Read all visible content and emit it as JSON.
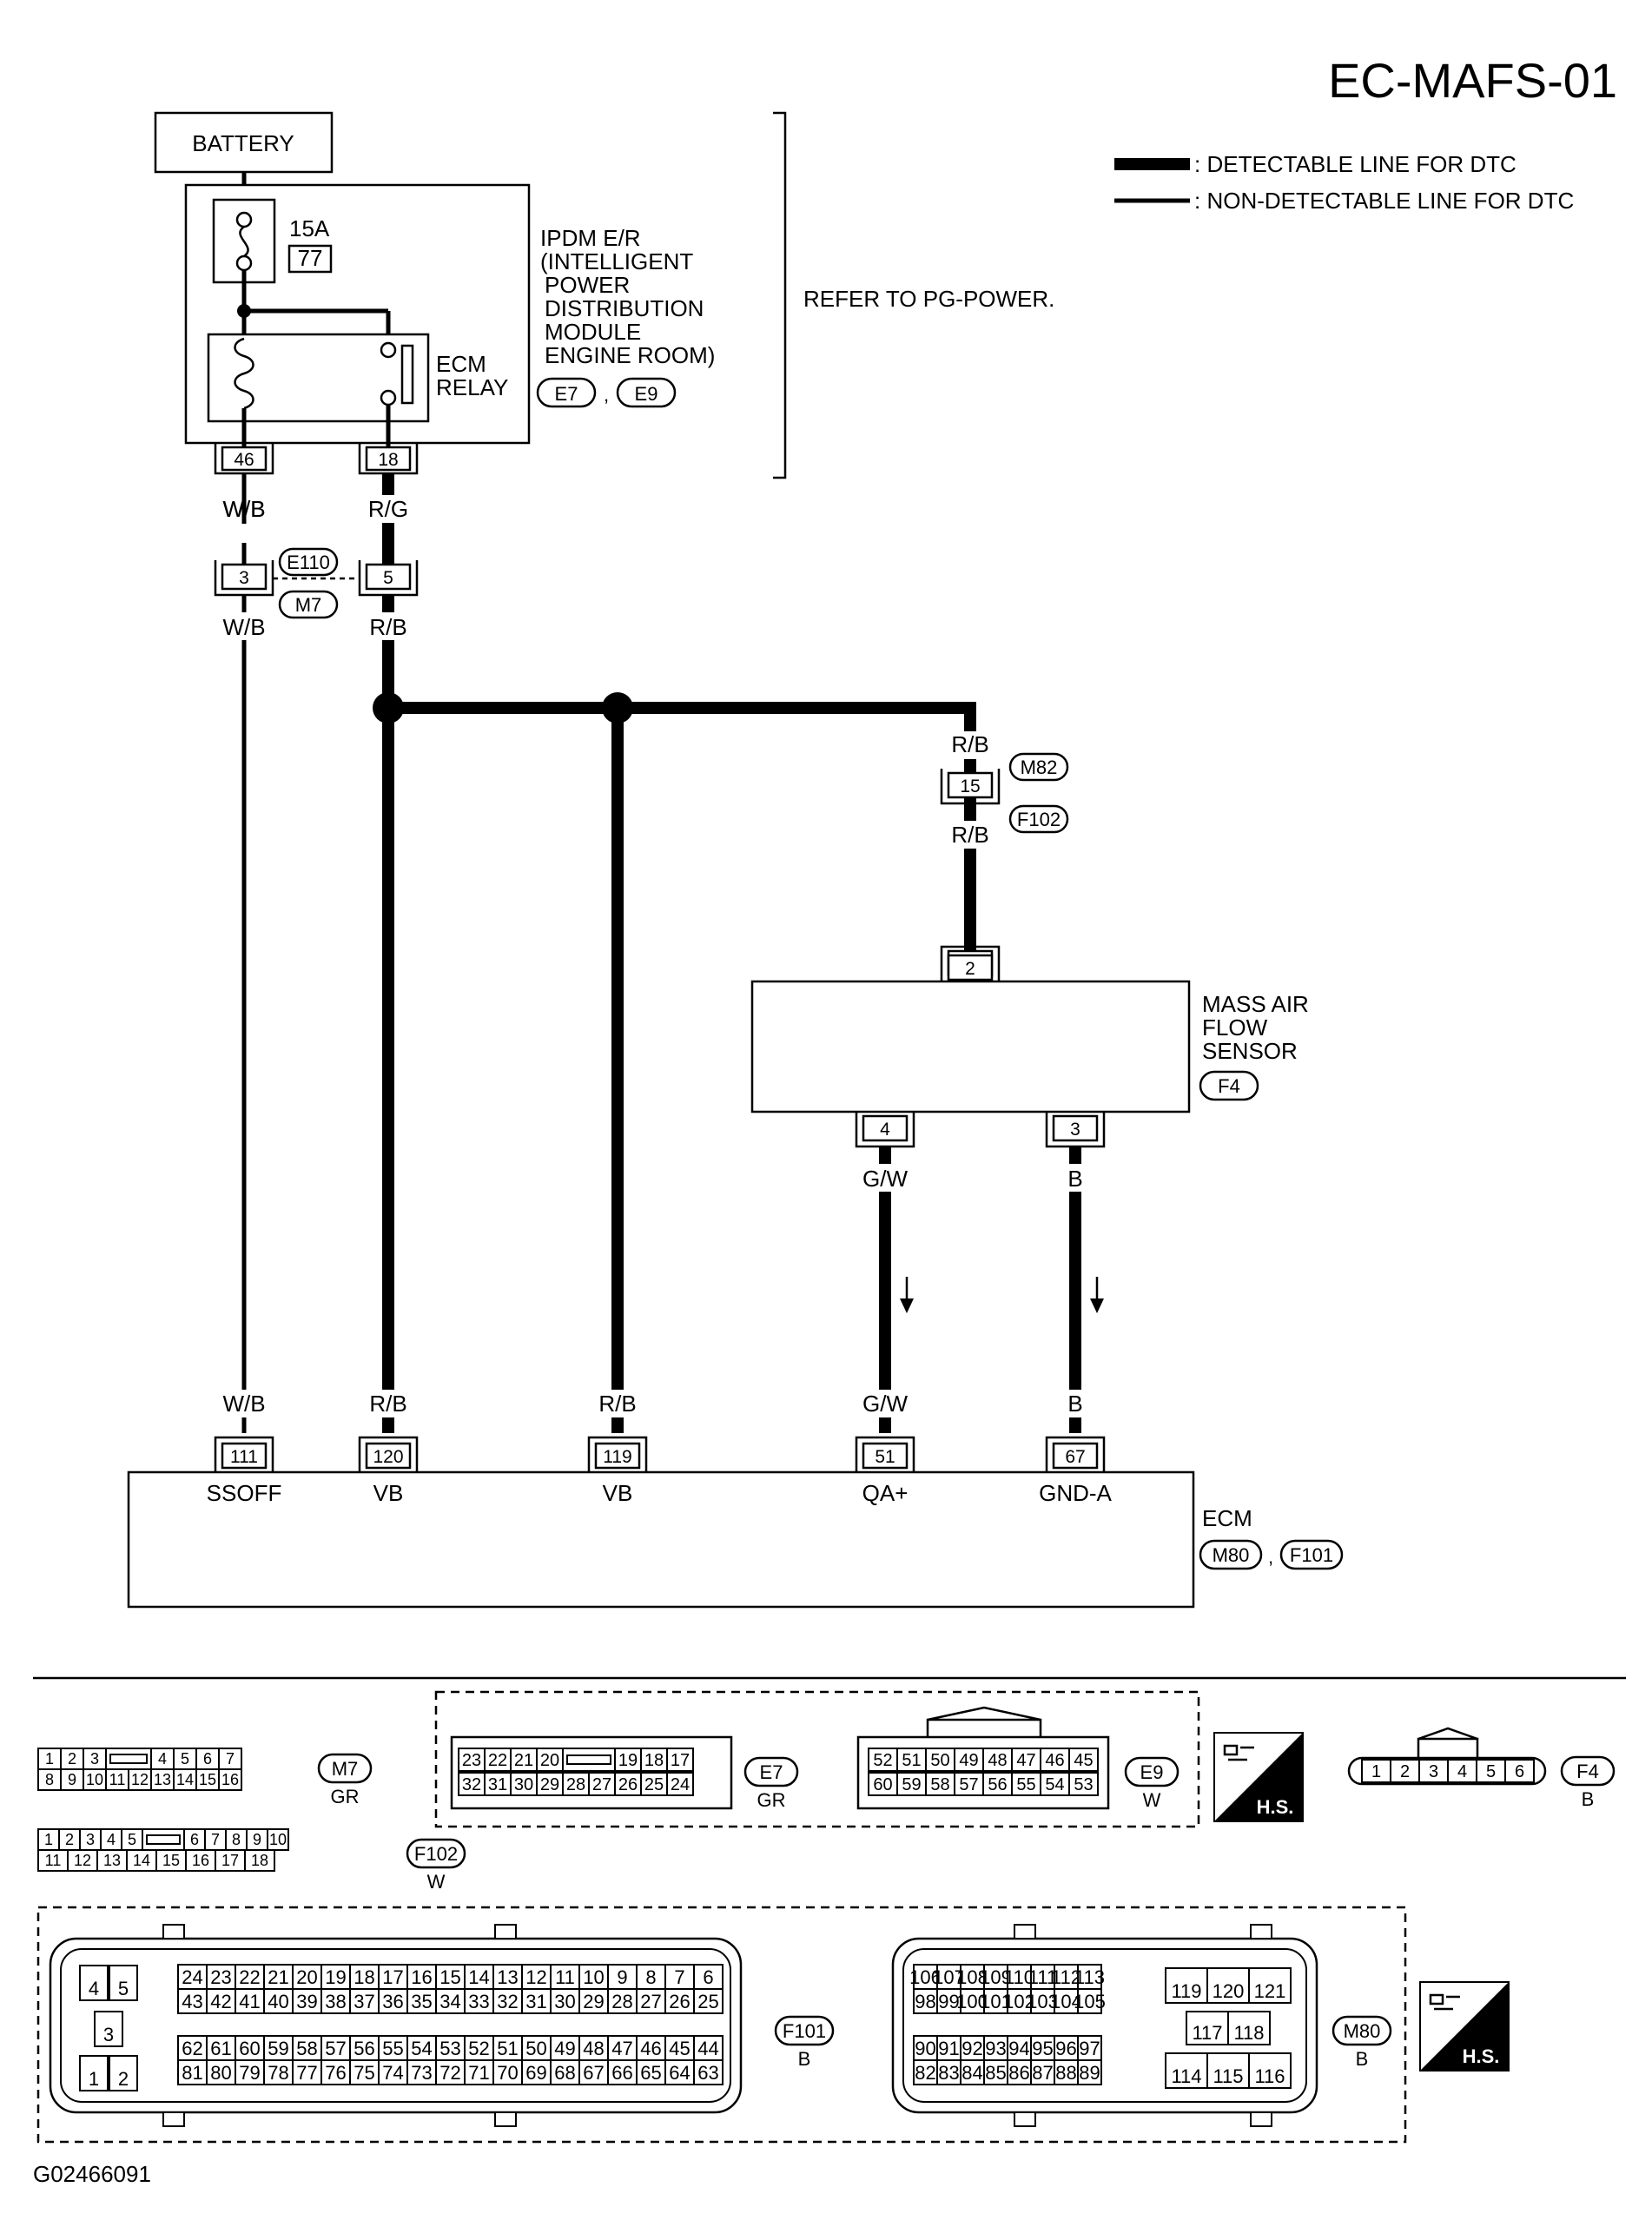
{
  "page_title": "EC-MAFS-01",
  "legend": {
    "detectable": ": DETECTABLE LINE FOR DTC",
    "non_detectable": ": NON-DETECTABLE LINE FOR DTC"
  },
  "battery": "BATTERY",
  "ipdm": {
    "fuse_rating": "15A",
    "fuse_number": "77",
    "relay_label": [
      "ECM",
      "RELAY"
    ],
    "label_lines": [
      "IPDM E/R",
      "(INTELLIGENT",
      "POWER",
      "DISTRIBUTION",
      "MODULE",
      "ENGINE ROOM)"
    ],
    "connectors": [
      "E7",
      "E9"
    ],
    "connector_separator": ",",
    "pins": [
      "46",
      "18"
    ]
  },
  "refer_note": "REFER TO PG-POWER.",
  "joint_connector": {
    "pins": [
      "3",
      "5"
    ],
    "connectors": [
      "E110",
      "M7"
    ]
  },
  "maf_connector": {
    "pin": "15",
    "connectors": [
      "M82",
      "F102"
    ]
  },
  "maf_sensor": {
    "label_lines": [
      "MASS AIR",
      "FLOW",
      "SENSOR"
    ],
    "connector": "F4",
    "pins": [
      "2",
      "4",
      "3"
    ]
  },
  "wire_colors": {
    "w_b": "W/B",
    "r_g": "R/G",
    "r_b": "R/B",
    "g_w": "G/W",
    "b": "B"
  },
  "ecm": {
    "label": "ECM",
    "connectors": [
      "M80",
      "F101"
    ],
    "connector_separator": ",",
    "pins": [
      {
        "num": "111",
        "signal": "SSOFF"
      },
      {
        "num": "120",
        "signal": "VB"
      },
      {
        "num": "119",
        "signal": "VB"
      },
      {
        "num": "51",
        "signal": "QA+"
      },
      {
        "num": "67",
        "signal": "GND-A"
      }
    ]
  },
  "connector_views": {
    "m7": {
      "id": "M7",
      "color": "GR",
      "top": [
        "1",
        "2",
        "3",
        "",
        "4",
        "5",
        "6",
        "7"
      ],
      "bottom": [
        "8",
        "9",
        "10",
        "11",
        "12",
        "13",
        "14",
        "15",
        "16"
      ]
    },
    "f102": {
      "id": "F102",
      "color": "W",
      "top": [
        "1",
        "2",
        "3",
        "4",
        "5",
        "",
        "6",
        "7",
        "8",
        "9",
        "10"
      ],
      "bottom": [
        "11",
        "12",
        "13",
        "14",
        "15",
        "16",
        "17",
        "18"
      ]
    },
    "e7": {
      "id": "E7",
      "color": "GR",
      "top": [
        "23",
        "22",
        "21",
        "20",
        "",
        "19",
        "18",
        "17"
      ],
      "bottom": [
        "32",
        "31",
        "30",
        "29",
        "28",
        "27",
        "26",
        "25",
        "24"
      ]
    },
    "e9": {
      "id": "E9",
      "color": "W",
      "top": [
        "52",
        "51",
        "50",
        "49",
        "48",
        "47",
        "46",
        "45"
      ],
      "bottom": [
        "60",
        "59",
        "58",
        "57",
        "56",
        "55",
        "54",
        "53"
      ]
    },
    "f4": {
      "id": "F4",
      "color": "B",
      "pins": [
        "1",
        "2",
        "3",
        "4",
        "5",
        "6"
      ]
    },
    "f101": {
      "id": "F101",
      "color": "B",
      "left": [
        "4",
        "5",
        "3",
        "1",
        "2"
      ],
      "row1": [
        "24",
        "23",
        "22",
        "21",
        "20",
        "19",
        "18",
        "17",
        "16",
        "15",
        "14",
        "13",
        "12",
        "11",
        "10",
        "9",
        "8",
        "7",
        "6"
      ],
      "row2": [
        "43",
        "42",
        "41",
        "40",
        "39",
        "38",
        "37",
        "36",
        "35",
        "34",
        "33",
        "32",
        "31",
        "30",
        "29",
        "28",
        "27",
        "26",
        "25"
      ],
      "row3": [
        "62",
        "61",
        "60",
        "59",
        "58",
        "57",
        "56",
        "55",
        "54",
        "53",
        "52",
        "51",
        "50",
        "49",
        "48",
        "47",
        "46",
        "45",
        "44"
      ],
      "row4": [
        "81",
        "80",
        "79",
        "78",
        "77",
        "76",
        "75",
        "74",
        "73",
        "72",
        "71",
        "70",
        "69",
        "68",
        "67",
        "66",
        "65",
        "64",
        "63"
      ]
    },
    "m80": {
      "id": "M80",
      "color": "B",
      "row1": [
        "106",
        "107",
        "108",
        "109",
        "110",
        "111",
        "112",
        "113"
      ],
      "row2": [
        "98",
        "99",
        "100",
        "101",
        "102",
        "103",
        "104",
        "105"
      ],
      "row3": [
        "90",
        "91",
        "92",
        "93",
        "94",
        "95",
        "96",
        "97"
      ],
      "row4": [
        "82",
        "83",
        "84",
        "85",
        "86",
        "87",
        "88",
        "89"
      ],
      "right_top": [
        "119",
        "120",
        "121"
      ],
      "right_mid": [
        "117",
        "118"
      ],
      "right_bot": [
        "114",
        "115",
        "116"
      ]
    }
  },
  "hs_label": "H.S.",
  "figure_code": "G02466091"
}
